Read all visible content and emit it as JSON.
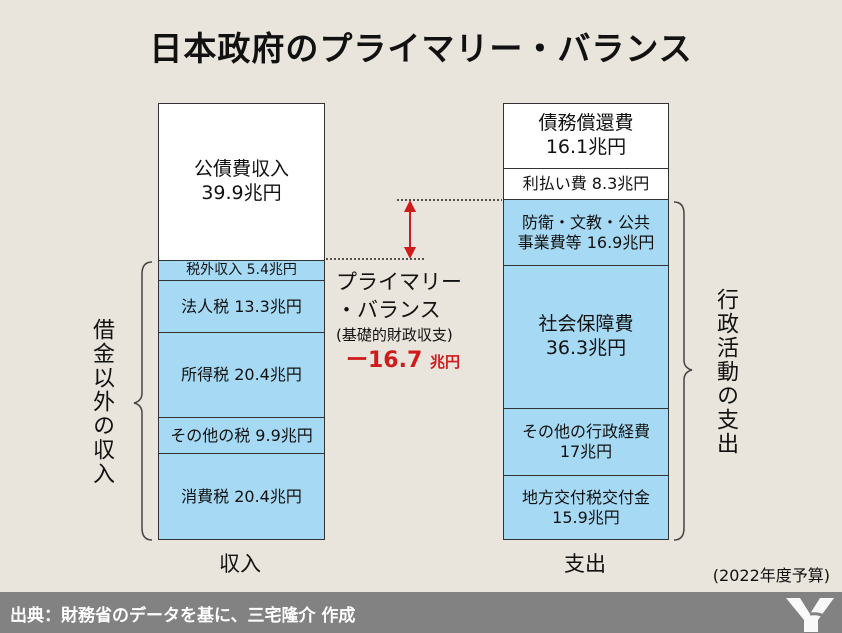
{
  "title": "日本政府のプライマリー・バランス",
  "revenue": {
    "axis_label": "収入",
    "side_label": "借金以外の収入",
    "bond": {
      "line1": "公債費収入",
      "line2": "39.9兆円"
    },
    "items": [
      "税外収入 5.4兆円",
      "法人税 13.3兆円",
      "所得税 20.4兆円",
      "その他の税 9.9兆円",
      "消費税 20.4兆円"
    ]
  },
  "expenditure": {
    "axis_label": "支出",
    "side_label": "行政活動の支出",
    "debt_repay": {
      "line1": "債務償還費",
      "line2": "16.1兆円"
    },
    "interest": "利払い費 8.3兆円",
    "defense": {
      "line1": "防衛・文教・公共",
      "line2": "事業費等 16.9兆円"
    },
    "social": {
      "line1": "社会保障費",
      "line2": "36.3兆円"
    },
    "other_admin": {
      "line1": "その他の行政経費",
      "line2": "17兆円"
    },
    "local": {
      "line1": "地方交付税交付金",
      "line2": "15.9兆円"
    }
  },
  "primary_balance": {
    "line1": "プライマリー",
    "line2": "・バランス",
    "line3": "(基礎的財政収支)",
    "value": "ー16.7",
    "unit": "兆円"
  },
  "fiscal_year": "(2022年度予算)",
  "footer": {
    "source": "出典：財務省のデータを基に、三宅隆介 作成"
  },
  "colors": {
    "bar_fill": "#a6daf4",
    "accent_red": "#d01b1b",
    "footer_bg": "#828282"
  }
}
